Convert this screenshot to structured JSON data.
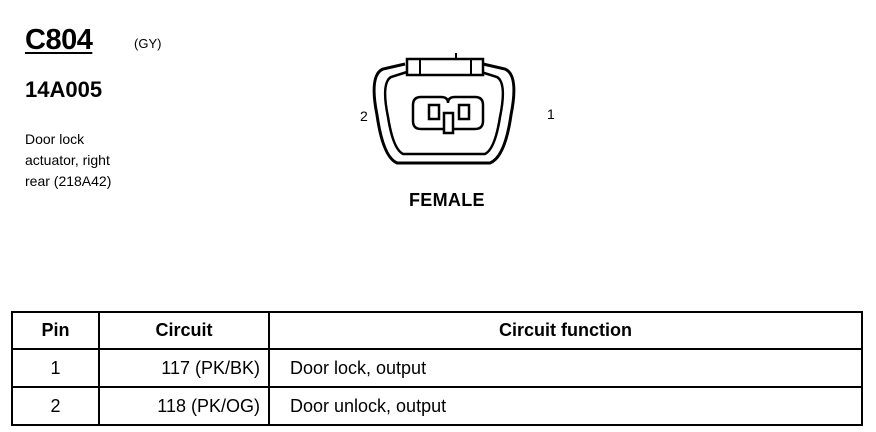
{
  "connector": {
    "id": "C804",
    "color_code": "(GY)",
    "part_number": "14A005",
    "description_lines": [
      "Door lock",
      "actuator, right",
      "rear (218A42)"
    ]
  },
  "diagram": {
    "pin_left": "2",
    "pin_right": "1",
    "gender": "FEMALE"
  },
  "table": {
    "headers": [
      "Pin",
      "Circuit",
      "Circuit function"
    ],
    "rows": [
      {
        "pin": "1",
        "circuit": "117 (PK/BK)",
        "function": "Door lock, output"
      },
      {
        "pin": "2",
        "circuit": "118 (PK/OG)",
        "function": "Door unlock, output"
      }
    ]
  }
}
